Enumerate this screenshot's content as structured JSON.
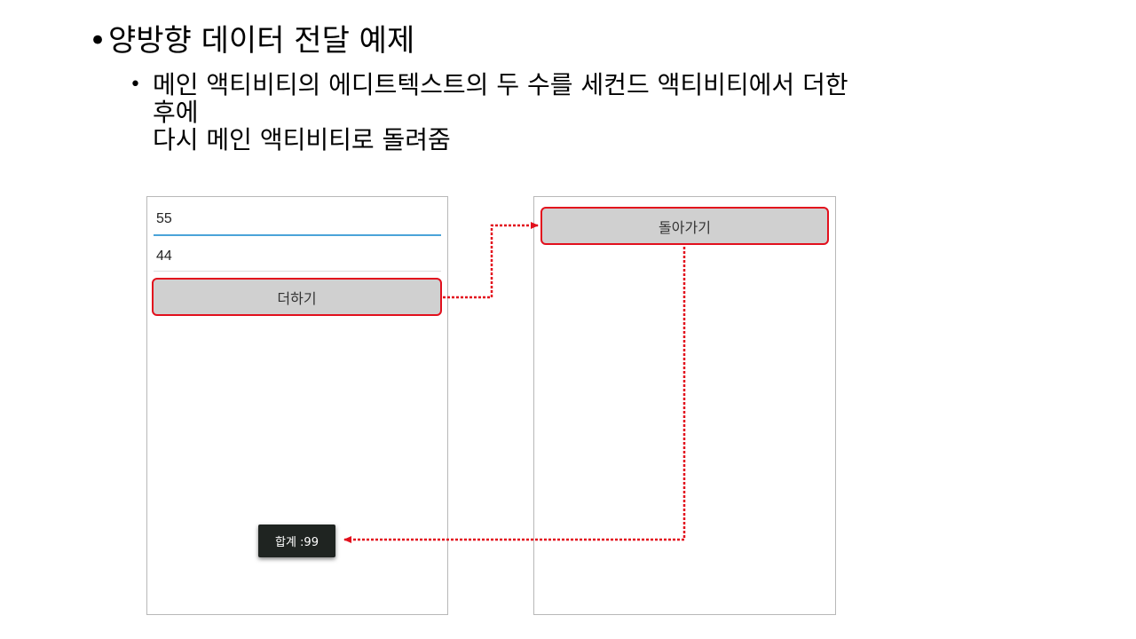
{
  "heading": {
    "bullet": "•",
    "text": "양방향 데이터 전달 예제"
  },
  "subpoint": {
    "bullet": "•",
    "lines": [
      "메인 액티비티의 에디트텍스트의 두 수를 세컨드 액티비티에서 더한",
      "후에",
      "다시 메인 액티비티로 돌려줌"
    ]
  },
  "main_activity": {
    "field1_value": "55",
    "field2_value": "44",
    "add_button_label": "더하기",
    "toast_text": "합계 :99"
  },
  "second_activity": {
    "back_button_label": "돌아가기"
  },
  "colors": {
    "highlight": "#e2101d",
    "focus_underline": "#4aa3d9",
    "button_bg": "#d0d0d0"
  }
}
